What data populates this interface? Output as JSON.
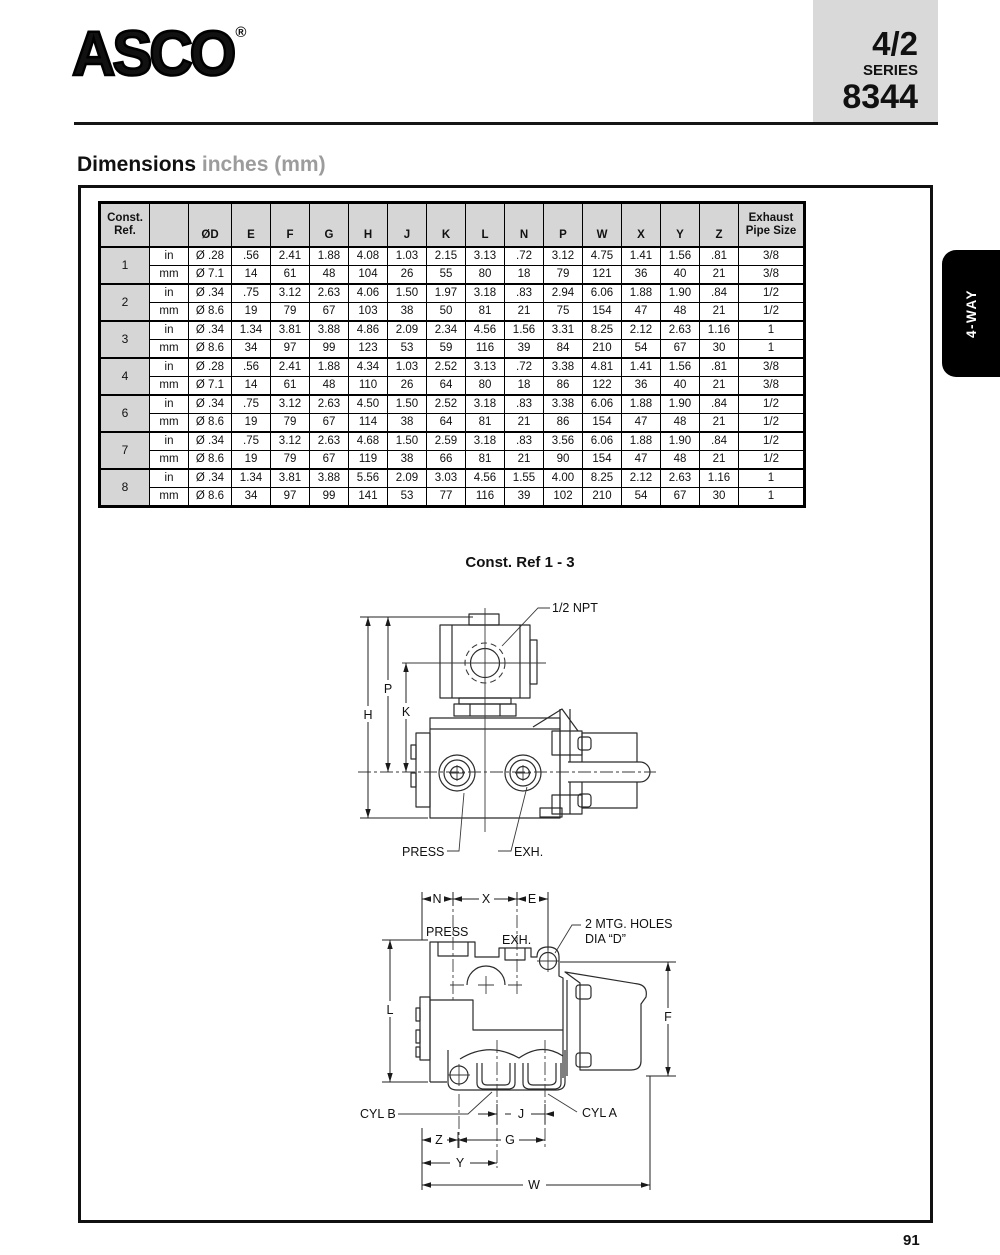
{
  "header": {
    "brand": "ASCO",
    "brand_reg": "®",
    "series_box": {
      "line1": "4/2",
      "line2": "SERIES",
      "line3": "8344"
    }
  },
  "side_tab": {
    "label": "4-WAY"
  },
  "section": {
    "title": "Dimensions",
    "subtitle": "inches (mm)"
  },
  "page": {
    "number": "91"
  },
  "colors": {
    "tab_bg": "#000000",
    "tab_text": "#ffffff",
    "series_box_gray": "#d9d9d9",
    "table_header_gray": "#d6d6d6",
    "rule_black": "#151515",
    "subtitle_gray": "#9c9c9c"
  },
  "table": {
    "columns": [
      "Const.\nRef.",
      "",
      "ØD",
      "E",
      "F",
      "G",
      "H",
      "J",
      "K",
      "L",
      "N",
      "P",
      "W",
      "X",
      "Y",
      "Z",
      "Exhaust\nPipe Size"
    ],
    "groups": [
      {
        "ref": "1",
        "rows": [
          {
            "unit": "in",
            "values": [
              "Ø .28",
              ".56",
              "2.41",
              "1.88",
              "4.08",
              "1.03",
              "2.15",
              "3.13",
              ".72",
              "3.12",
              "4.75",
              "1.41",
              "1.56",
              ".81",
              "3/8"
            ]
          },
          {
            "unit": "mm",
            "values": [
              "Ø 7.1",
              "14",
              "61",
              "48",
              "104",
              "26",
              "55",
              "80",
              "18",
              "79",
              "121",
              "36",
              "40",
              "21",
              "3/8"
            ]
          }
        ]
      },
      {
        "ref": "2",
        "rows": [
          {
            "unit": "in",
            "values": [
              "Ø .34",
              ".75",
              "3.12",
              "2.63",
              "4.06",
              "1.50",
              "1.97",
              "3.18",
              ".83",
              "2.94",
              "6.06",
              "1.88",
              "1.90",
              ".84",
              "1/2"
            ]
          },
          {
            "unit": "mm",
            "values": [
              "Ø 8.6",
              "19",
              "79",
              "67",
              "103",
              "38",
              "50",
              "81",
              "21",
              "75",
              "154",
              "47",
              "48",
              "21",
              "1/2"
            ]
          }
        ]
      },
      {
        "ref": "3",
        "rows": [
          {
            "unit": "in",
            "values": [
              "Ø .34",
              "1.34",
              "3.81",
              "3.88",
              "4.86",
              "2.09",
              "2.34",
              "4.56",
              "1.56",
              "3.31",
              "8.25",
              "2.12",
              "2.63",
              "1.16",
              "1"
            ]
          },
          {
            "unit": "mm",
            "values": [
              "Ø 8.6",
              "34",
              "97",
              "99",
              "123",
              "53",
              "59",
              "116",
              "39",
              "84",
              "210",
              "54",
              "67",
              "30",
              "1"
            ]
          }
        ]
      },
      {
        "ref": "4",
        "rows": [
          {
            "unit": "in",
            "values": [
              "Ø .28",
              ".56",
              "2.41",
              "1.88",
              "4.34",
              "1.03",
              "2.52",
              "3.13",
              ".72",
              "3.38",
              "4.81",
              "1.41",
              "1.56",
              ".81",
              "3/8"
            ]
          },
          {
            "unit": "mm",
            "values": [
              "Ø 7.1",
              "14",
              "61",
              "48",
              "110",
              "26",
              "64",
              "80",
              "18",
              "86",
              "122",
              "36",
              "40",
              "21",
              "3/8"
            ]
          }
        ]
      },
      {
        "ref": "6",
        "rows": [
          {
            "unit": "in",
            "values": [
              "Ø .34",
              ".75",
              "3.12",
              "2.63",
              "4.50",
              "1.50",
              "2.52",
              "3.18",
              ".83",
              "3.38",
              "6.06",
              "1.88",
              "1.90",
              ".84",
              "1/2"
            ]
          },
          {
            "unit": "mm",
            "values": [
              "Ø 8.6",
              "19",
              "79",
              "67",
              "114",
              "38",
              "64",
              "81",
              "21",
              "86",
              "154",
              "47",
              "48",
              "21",
              "1/2"
            ]
          }
        ]
      },
      {
        "ref": "7",
        "rows": [
          {
            "unit": "in",
            "values": [
              "Ø .34",
              ".75",
              "3.12",
              "2.63",
              "4.68",
              "1.50",
              "2.59",
              "3.18",
              ".83",
              "3.56",
              "6.06",
              "1.88",
              "1.90",
              ".84",
              "1/2"
            ]
          },
          {
            "unit": "mm",
            "values": [
              "Ø 8.6",
              "19",
              "79",
              "67",
              "119",
              "38",
              "66",
              "81",
              "21",
              "90",
              "154",
              "47",
              "48",
              "21",
              "1/2"
            ]
          }
        ]
      },
      {
        "ref": "8",
        "rows": [
          {
            "unit": "in",
            "values": [
              "Ø .34",
              "1.34",
              "3.81",
              "3.88",
              "5.56",
              "2.09",
              "3.03",
              "4.56",
              "1.55",
              "4.00",
              "8.25",
              "2.12",
              "2.63",
              "1.16",
              "1"
            ]
          },
          {
            "unit": "mm",
            "values": [
              "Ø 8.6",
              "34",
              "97",
              "99",
              "141",
              "53",
              "77",
              "116",
              "39",
              "102",
              "210",
              "54",
              "67",
              "30",
              "1"
            ]
          }
        ]
      }
    ]
  },
  "drawing1": {
    "title": "Const. Ref 1 - 3",
    "labels": {
      "npt": "1/2 NPT",
      "press": "PRESS",
      "exh": "EXH.",
      "h": "H",
      "p": "P",
      "k": "K"
    }
  },
  "drawing2": {
    "labels": {
      "n": "N",
      "x": "X",
      "e": "E",
      "press": "PRESS",
      "exh": "EXH.",
      "mtg1": "2 MTG. HOLES",
      "mtg2": "DIA “D”",
      "l": "L",
      "f": "F",
      "cylb": "CYL B",
      "j": "J",
      "cyla": "CYL A",
      "z": "Z",
      "g": "G",
      "y": "Y",
      "w": "W"
    }
  }
}
